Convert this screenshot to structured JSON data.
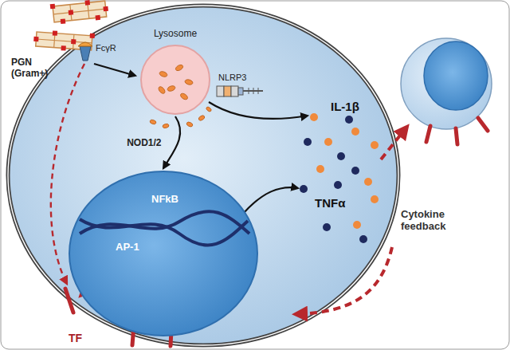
{
  "diagram": {
    "nodes": [
      {
        "text": [
          "Lysosome"
        ]
      },
      {
        "text": [
          "NFkB",
          "AP-1"
        ]
      }
    ],
    "edges": [
      {
        "from": 0,
        "to": 1,
        "arrow": "to",
        "label": "NOD1/2"
      }
    ],
    "labels": [
      "PGN (Gram+)",
      "FcγR",
      "NLRP3",
      "IL-1β",
      "TNFα",
      "Cytokine feedback",
      "TF"
    ]
  }
}
